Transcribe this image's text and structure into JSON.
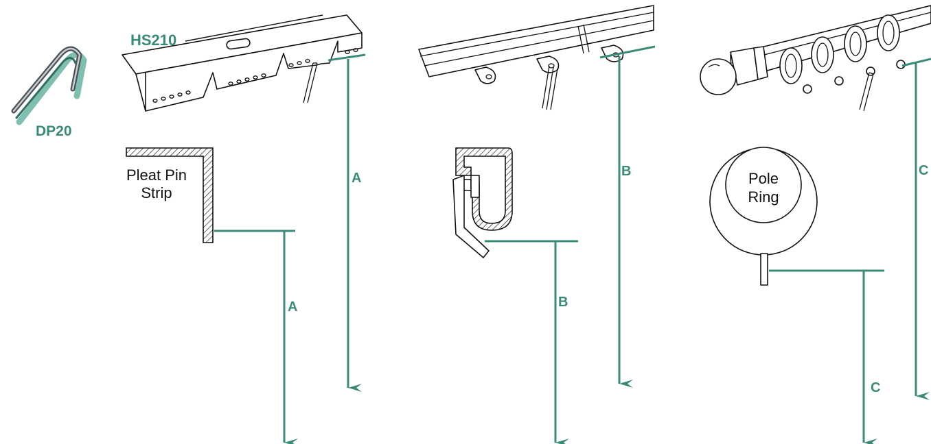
{
  "labels": {
    "pin_code": "DP20",
    "strip_code": "HS210",
    "strip_caption_line1": "Pleat Pin",
    "strip_caption_line2": "Strip",
    "ring_caption_line1": "Pole",
    "ring_caption_line2": "Ring"
  },
  "measurements": {
    "a": "A",
    "b": "B",
    "c": "C"
  },
  "colors": {
    "accent": "#3a8a78",
    "line": "#111111"
  }
}
